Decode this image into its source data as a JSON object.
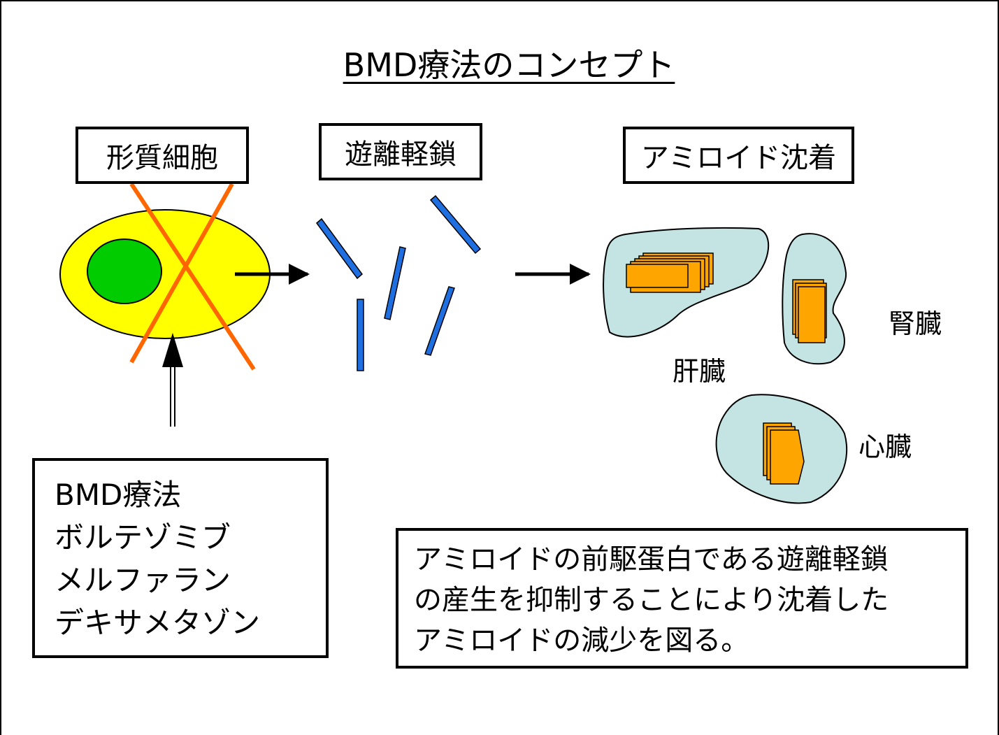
{
  "title": "BMD療法のコンセプト",
  "stages": {
    "plasma_cell": "形質細胞",
    "free_light_chain": "遊離軽鎖",
    "amyloid_deposition": "アミロイド沈着"
  },
  "organs": {
    "liver": "肝臓",
    "kidney": "腎臓",
    "heart": "心臓"
  },
  "therapy": {
    "lines": [
      "BMD療法",
      "ボルテゾミブ",
      "メルファラン",
      "デキサメタゾン"
    ]
  },
  "summary": {
    "lines": [
      "アミロイドの前駆蛋白である遊離軽鎖",
      "の産生を抑制することにより沈着した",
      "アミロイドの減少を図る。"
    ]
  },
  "colors": {
    "cell_body": "#ffff00",
    "nucleus": "#00cc00",
    "cross": "#ff6600",
    "light_chain": "#1f6fe0",
    "organ": "#c4e3e3",
    "deposit": "#ffa500"
  }
}
